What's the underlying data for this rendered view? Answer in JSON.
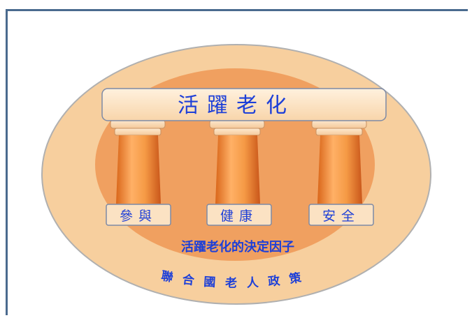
{
  "diagram": {
    "title": "活躍老化",
    "pillars": [
      {
        "label": "參與"
      },
      {
        "label": "健康"
      },
      {
        "label": "安全"
      }
    ],
    "subtitle": "活躍老化的決定因子",
    "footer": "聯合國老人政策"
  },
  "colors": {
    "outer_ellipse": "#f7cf9e",
    "inner_ellipse": "#f0a060",
    "column": "#f08a2c",
    "beam": "#fbe2c3",
    "text_blue": "#1d3fd8",
    "frame": "#4a6a8e"
  }
}
